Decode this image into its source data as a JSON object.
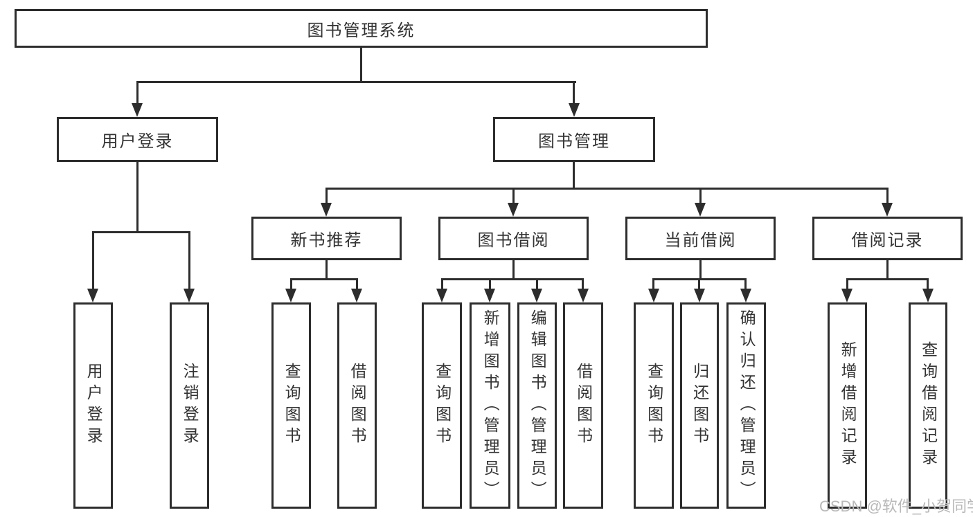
{
  "diagram": {
    "root": {
      "label": "图书管理系统"
    },
    "level1": [
      {
        "label": "用户登录"
      },
      {
        "label": "图书管理"
      }
    ],
    "level2": [
      {
        "label": "新书推荐"
      },
      {
        "label": "图书借阅"
      },
      {
        "label": "当前借阅"
      },
      {
        "label": "借阅记录"
      }
    ],
    "leaves_user": [
      {
        "label": "用户登录"
      },
      {
        "label": "注销登录"
      }
    ],
    "leaves_newbook": [
      {
        "label": "查询图书"
      },
      {
        "label": "借阅图书"
      }
    ],
    "leaves_borrow": [
      {
        "label": "查询图书"
      },
      {
        "label": "新增图书（管理员）"
      },
      {
        "label": "编辑图书（管理员）"
      },
      {
        "label": "借阅图书"
      }
    ],
    "leaves_current": [
      {
        "label": "查询图书"
      },
      {
        "label": "归还图书"
      },
      {
        "label": "确认归还（管理员）"
      }
    ],
    "leaves_records": [
      {
        "label": "新增借阅记录"
      },
      {
        "label": "查询借阅记录"
      }
    ],
    "watermark": "CSDN @软件_小贺同学",
    "colors": {
      "line": "#2d2d2d",
      "text": "#333333",
      "watermark": "#b9b9b9",
      "background": "#ffffff"
    }
  }
}
